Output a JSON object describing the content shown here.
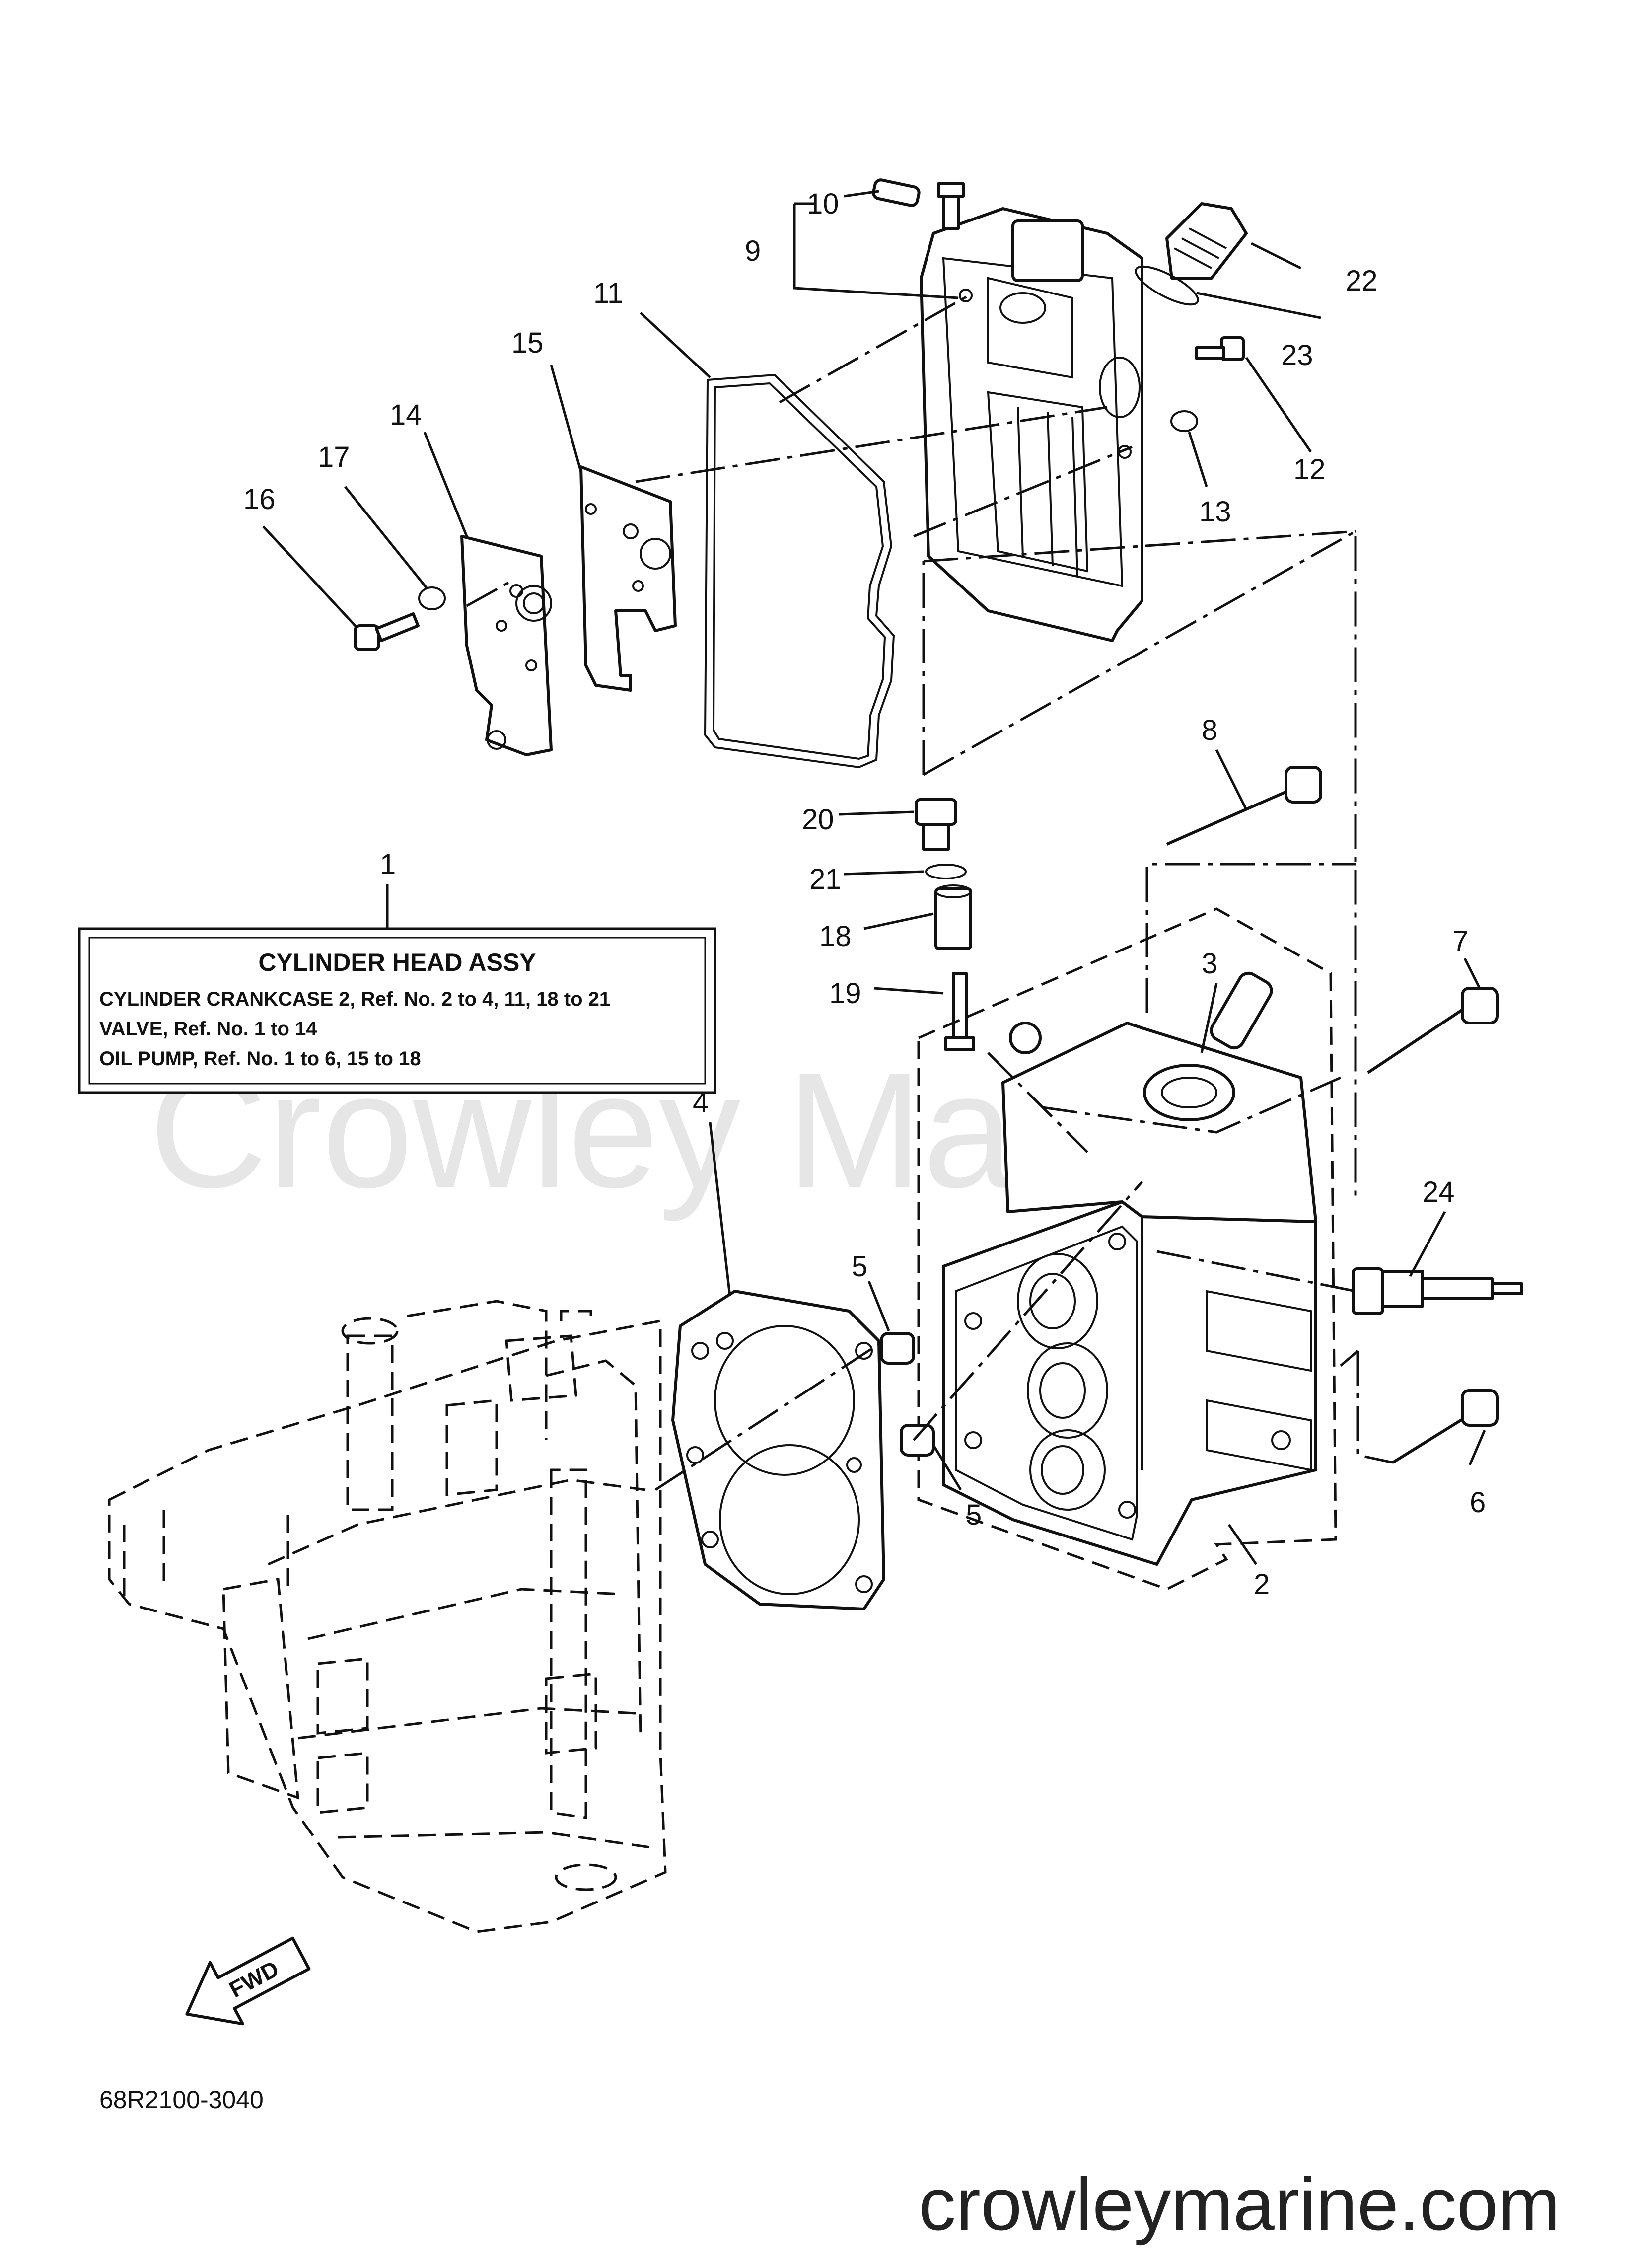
{
  "watermark": "Crowley Marine",
  "site_url": "crowleymarine.com",
  "diagram_code": "68R2100-3040",
  "fwd_label": "FWD",
  "assembly_box": {
    "title": "CYLINDER HEAD ASSY",
    "lines": [
      "CYLINDER CRANKCASE 2,  Ref. No. 2 to 4, 11, 18 to 21",
      "VALVE,  Ref. No. 1 to 14",
      "OIL PUMP,  Ref. No. 1 to 6, 15 to 18"
    ]
  },
  "callouts": {
    "c1": "1",
    "c2": "2",
    "c3": "3",
    "c4": "4",
    "c5a": "5",
    "c5b": "5",
    "c6": "6",
    "c7": "7",
    "c8": "8",
    "c9": "9",
    "c10": "10",
    "c11": "11",
    "c12": "12",
    "c13": "13",
    "c14": "14",
    "c15": "15",
    "c16": "16",
    "c17": "17",
    "c18": "18",
    "c19": "19",
    "c20": "20",
    "c21": "21",
    "c22": "22",
    "c23": "23",
    "c24": "24"
  }
}
